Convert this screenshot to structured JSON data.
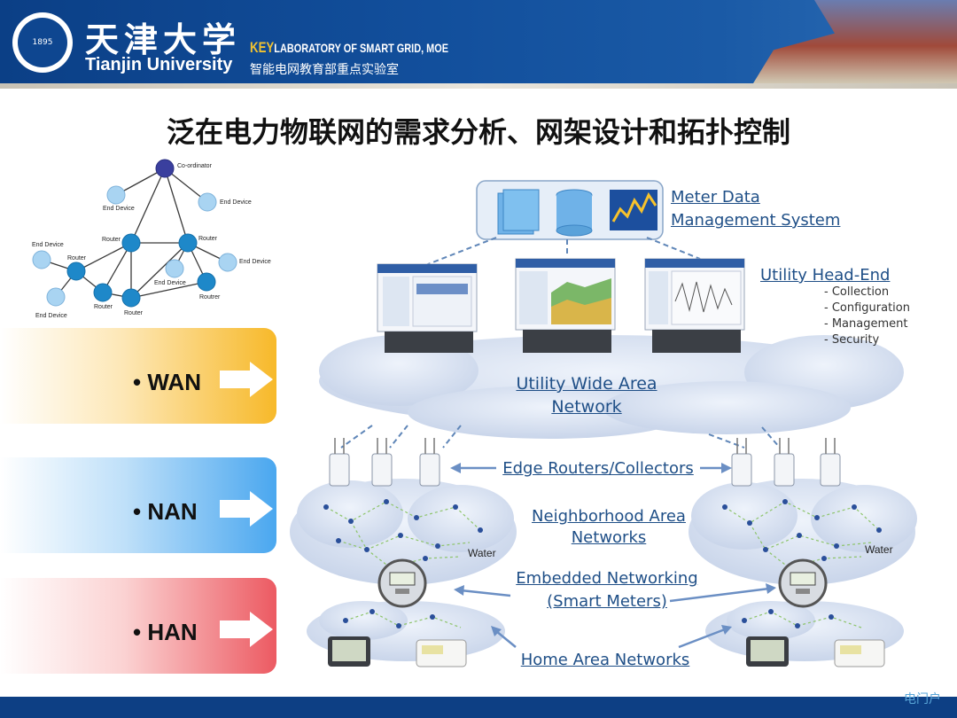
{
  "header": {
    "university_cn": "天津大学",
    "university_en": "Tianjin University",
    "lab_key": "KEY",
    "lab_en": "LABORATORY OF SMART GRID, MOE",
    "lab_cn": "智能电网教育部重点实验室",
    "seal_year": "1895"
  },
  "title": "泛在电力物联网的需求分析、网架设计和拓扑控制",
  "topology": {
    "coordinator": "Co-ordinator",
    "end_device": "End Device",
    "router": "Router",
    "router_alt": "Routrer"
  },
  "bands": [
    {
      "label": "• WAN",
      "color": "#f7b92a"
    },
    {
      "label": "• NAN",
      "color": "#4aa7ef"
    },
    {
      "label": "• HAN",
      "color": "#ec5a62"
    }
  ],
  "architecture": {
    "mdms": "Meter Data Management System",
    "mdms_line1": "Meter Data",
    "mdms_line2": "Management System",
    "head_end": "Utility Head-End",
    "head_end_items": [
      "- Collection",
      "- Configuration",
      "- Management",
      "- Security"
    ],
    "wan_line1": "Utility Wide Area",
    "wan_line2": "Network",
    "edge": "Edge Routers/Collectors",
    "nan_line1": "Neighborhood Area",
    "nan_line2": "Networks",
    "water": "Water",
    "embedded_line1": "Embedded Networking",
    "embedded_line2": "(Smart Meters)",
    "han": "Home Area Networks"
  },
  "watermark": "电门户"
}
